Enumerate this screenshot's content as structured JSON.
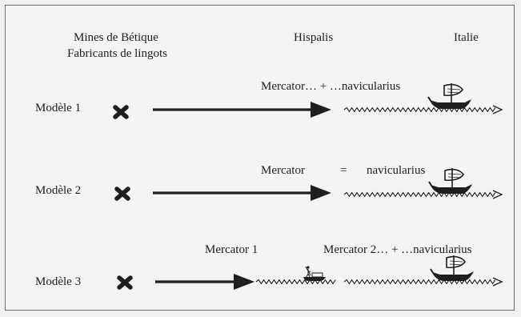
{
  "header": {
    "origin_line1": "Mines de Bétique",
    "origin_line2": "Fabricants de lingots",
    "hub": "Hispalis",
    "destination": "Italie"
  },
  "models": [
    {
      "label": "Modèle 1",
      "merchants": "Mercator…  +  …navicularius"
    },
    {
      "label": "Modèle 2",
      "merchants_left": "Mercator",
      "merchants_sep": "=",
      "merchants_right": "navicularius"
    },
    {
      "label": "Modèle 3",
      "merchant_1": "Mercator 1",
      "merchants_2": "Mercator 2…  +  …navicularius"
    }
  ],
  "icons": {
    "origin": "cross-mark-icon",
    "land_transport": "arrow-icon",
    "sea_route": "wavy-arrow-icon",
    "ship": "sailing-ship-icon",
    "river_boat": "river-boat-icon"
  },
  "colors": {
    "ink": "#1e1e1e",
    "paper": "#f4f4f2",
    "frame": "#6e6e6e"
  }
}
